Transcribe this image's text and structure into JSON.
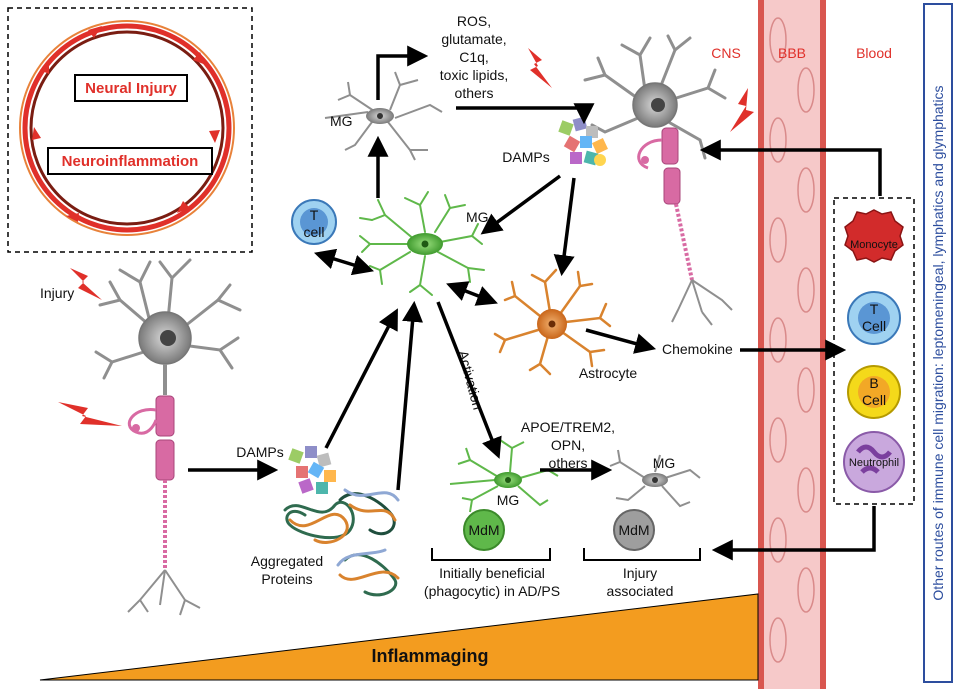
{
  "cycle_box": {
    "label_top": "Neural Injury",
    "label_bottom": "Neuroinflammation"
  },
  "injury": "Injury",
  "left_damps": "DAMPs",
  "aggregated": {
    "line1": "Aggregated",
    "line2": "Proteins"
  },
  "top_mg": "MG",
  "toxics": {
    "l1": "ROS,",
    "l2": "glutamate,",
    "l3": "C1q,",
    "l4": "toxic lipids,",
    "l5": "others"
  },
  "top_damps": "DAMPs",
  "center_mg": "MG",
  "tcell_small": {
    "l1": "T",
    "l2": "cell"
  },
  "astrocyte": "Astrocyte",
  "chemokine": "Chemokine",
  "activation": "Activation",
  "apoe": {
    "l1": "APOE/TREM2,",
    "l2": "OPN,",
    "l3": "others"
  },
  "bottom_mg_left": "MG",
  "bottom_mg_right": "MG",
  "mdm_left": "MdM",
  "mdm_right": "MdM",
  "beneficial": {
    "l1": "Initially beneficial",
    "l2": "(phagocytic) in AD/PS"
  },
  "injury_assoc": {
    "l1": "Injury",
    "l2": "associated"
  },
  "regions": {
    "cns": "CNS",
    "bbb": "BBB",
    "blood": "Blood"
  },
  "blood_cells": {
    "monocyte": "Monocyte",
    "tcell": {
      "l1": "T",
      "l2": "Cell"
    },
    "bcell": {
      "l1": "B",
      "l2": "Cell"
    },
    "neutrophil": "Neutrophil"
  },
  "side_text": "Other routes of immune cell migration: leptomeningeal, lymphatics and glymphatics",
  "inflammaging": "Inflammaging",
  "colors": {
    "red": "#e0302a",
    "microglia_green": "#5fb84a",
    "astro_orange": "#d9832e",
    "neuron_gray": "#8f8f8f",
    "axon_pink": "#d86aa3",
    "bbb": "#f2b7b7",
    "triangle": "#f39c1f",
    "side_border": "#2d4e9e"
  }
}
